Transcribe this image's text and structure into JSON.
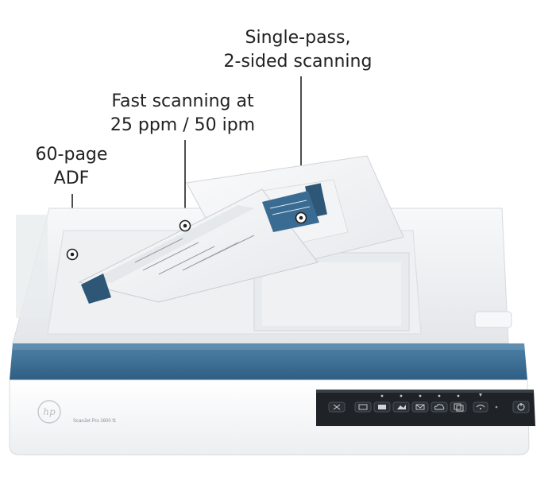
{
  "callouts": {
    "adf": {
      "line1": "60-page",
      "line2": "ADF"
    },
    "speed": {
      "line1": "Fast scanning at",
      "line2": "25 ppm / 50 ipm"
    },
    "duplex": {
      "line1": "Single-pass,",
      "line2": "2-sided scanning"
    }
  },
  "device": {
    "brand_logo": "hp",
    "model": "ScanJet Pro 2600 f1",
    "colors": {
      "body": "#f1f3f4",
      "accent_band": "#3e6f96",
      "control_panel": "#1f2328"
    },
    "control_panel_icons": [
      "cancel-icon",
      "scan-to-icon",
      "scan-pdf-icon",
      "scan-jpg-icon",
      "scan-email-icon",
      "scan-cloud-icon",
      "scan-copy-icon",
      "wifi-icon",
      "power-icon"
    ]
  }
}
